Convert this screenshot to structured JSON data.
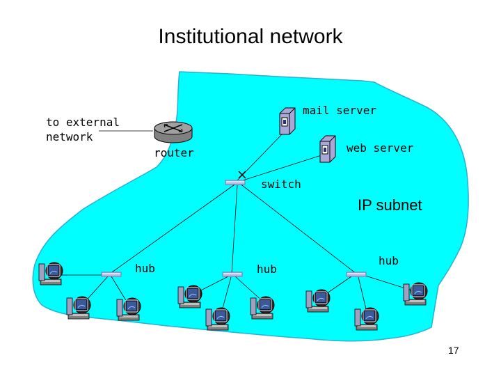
{
  "title": "Institutional network",
  "labels": {
    "external": [
      "to external",
      "network"
    ],
    "router": "router",
    "mail_server": "mail server",
    "web_server": "web server",
    "switch": "switch",
    "ip_subnet": "IP subnet",
    "hub_left": "hub",
    "hub_middle": "hub",
    "hub_right": "hub"
  },
  "page_number": "17",
  "colors": {
    "network_area": "#00ffff",
    "subnet_label": "#ff0000",
    "server": "#a8a8d8",
    "hub": "#b8b8e8"
  },
  "icons": {
    "router": "router-icon",
    "server": "server-icon",
    "switch": "switch-icon",
    "hub": "hub-icon",
    "host": "computer-icon"
  }
}
